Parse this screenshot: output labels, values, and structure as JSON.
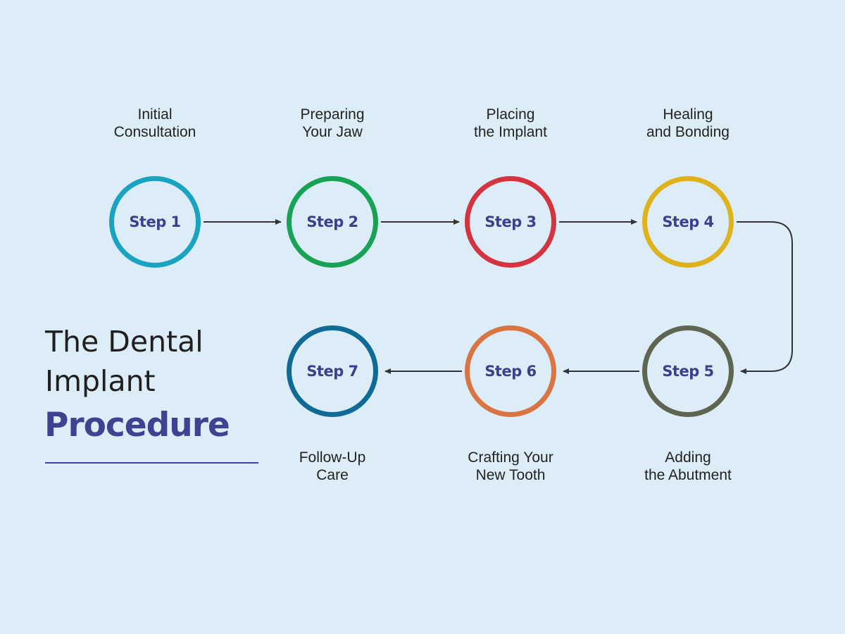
{
  "title": {
    "line1": "The Dental",
    "line2": "Implant",
    "emphasis": "Procedure"
  },
  "colors": {
    "background": "#dcedf8",
    "accent": "#3d4390",
    "connector": "#333333"
  },
  "steps": [
    {
      "label": "Step 1",
      "caption": [
        "Initial",
        "Consultation"
      ],
      "color": "#1aa3c0"
    },
    {
      "label": "Step 2",
      "caption": [
        "Preparing",
        "Your Jaw"
      ],
      "color": "#17a256"
    },
    {
      "label": "Step 3",
      "caption": [
        "Placing",
        "the Implant"
      ],
      "color": "#d4343f"
    },
    {
      "label": "Step 4",
      "caption": [
        "Healing",
        "and Bonding"
      ],
      "color": "#dfb11b"
    },
    {
      "label": "Step 5",
      "caption": [
        "Adding",
        "the Abutment"
      ],
      "color": "#5f6550"
    },
    {
      "label": "Step 6",
      "caption": [
        "Crafting Your",
        "New Tooth"
      ],
      "color": "#da7442"
    },
    {
      "label": "Step 7",
      "caption": [
        "Follow-Up",
        "Care"
      ],
      "color": "#0f6b96"
    }
  ]
}
